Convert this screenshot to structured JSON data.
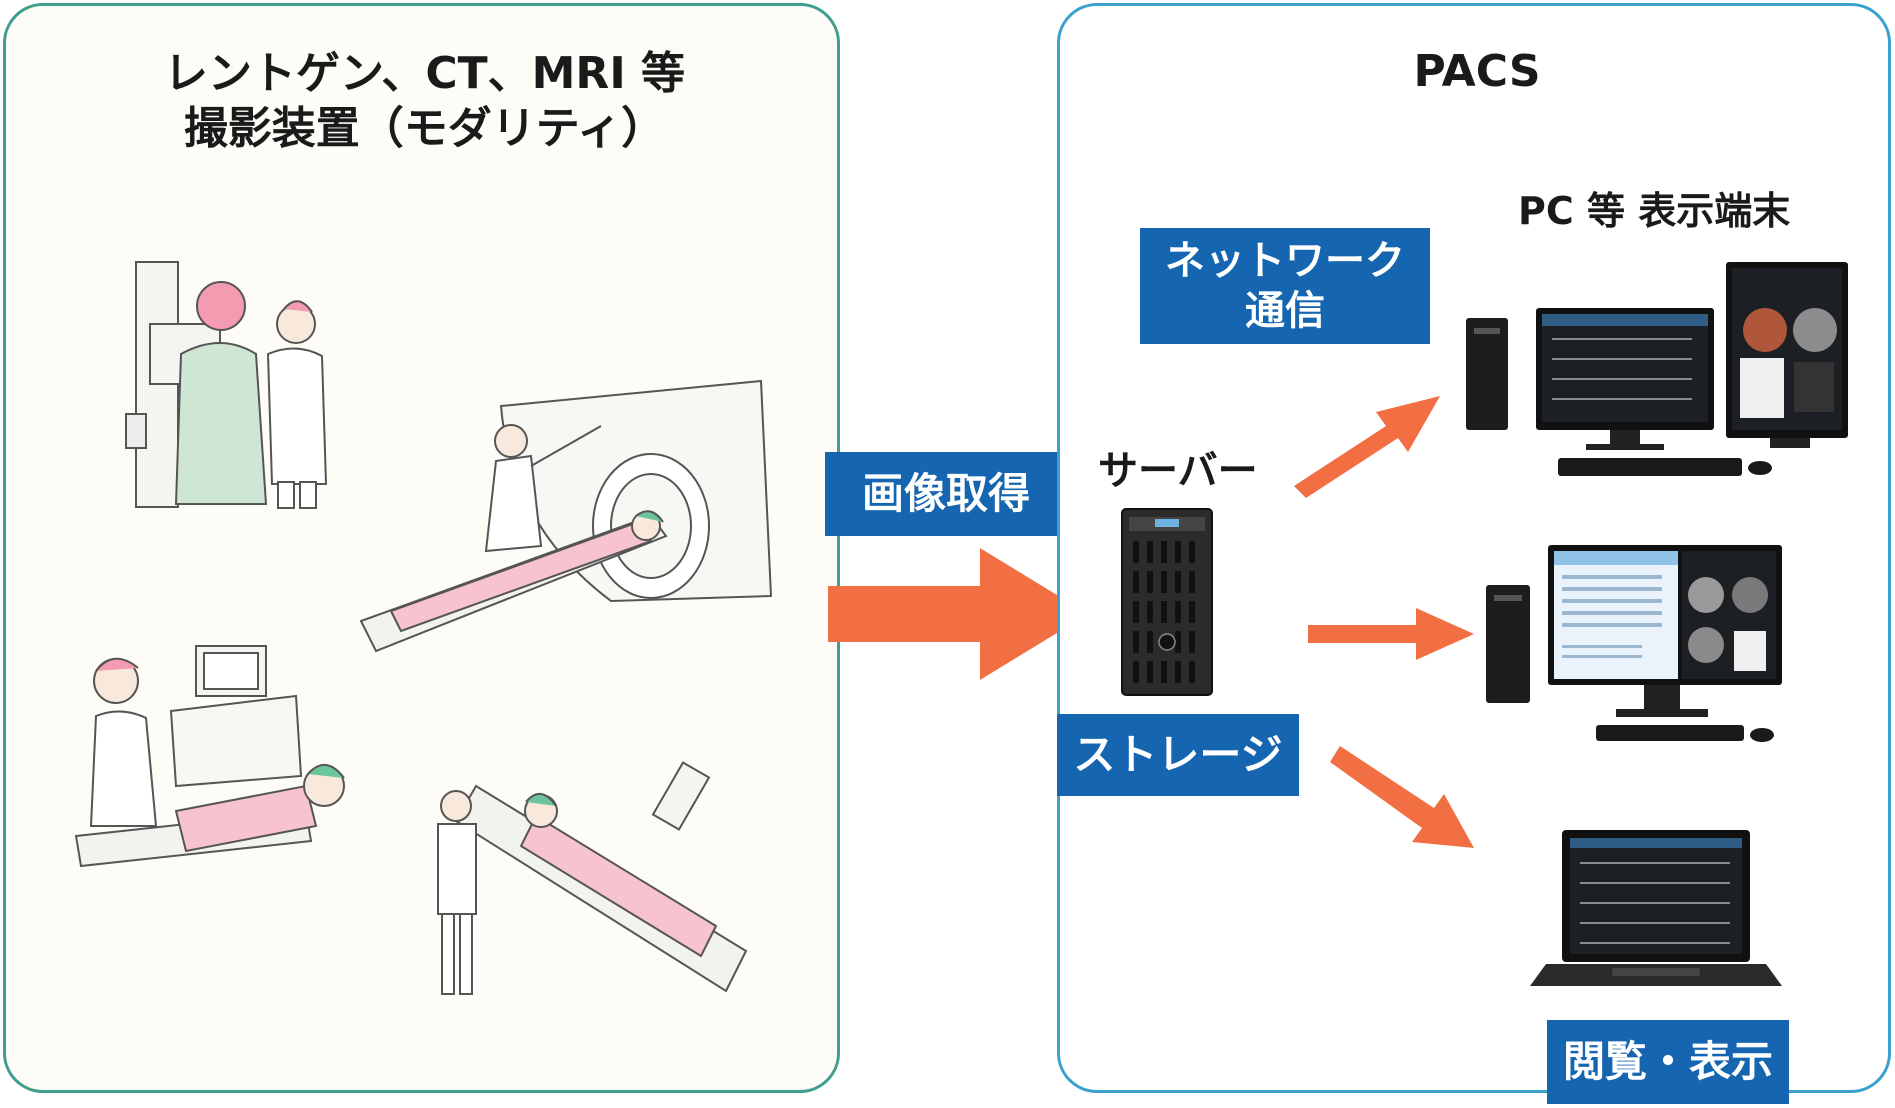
{
  "left_panel": {
    "title_line1": "レントゲン、CT、MRI 等",
    "title_line2": "撮影装置（モダリティ）",
    "devices": [
      "xray-standing-machine",
      "ct-scanner",
      "ultrasound-machine",
      "fluoroscopy-table"
    ]
  },
  "arrow_label": "画像取得",
  "right_panel": {
    "title": "PACS",
    "network_label_line1": "ネットワーク",
    "network_label_line2": "通信",
    "server_label": "サーバー",
    "storage_label": "ストレージ",
    "terminals_label": "PC 等 表示端末",
    "display_label": "閲覧・表示"
  },
  "colors": {
    "left_border": "#3f9e8f",
    "right_border": "#3aa0cc",
    "label_bg": "#1565b0",
    "arrow": "#f26f43"
  }
}
